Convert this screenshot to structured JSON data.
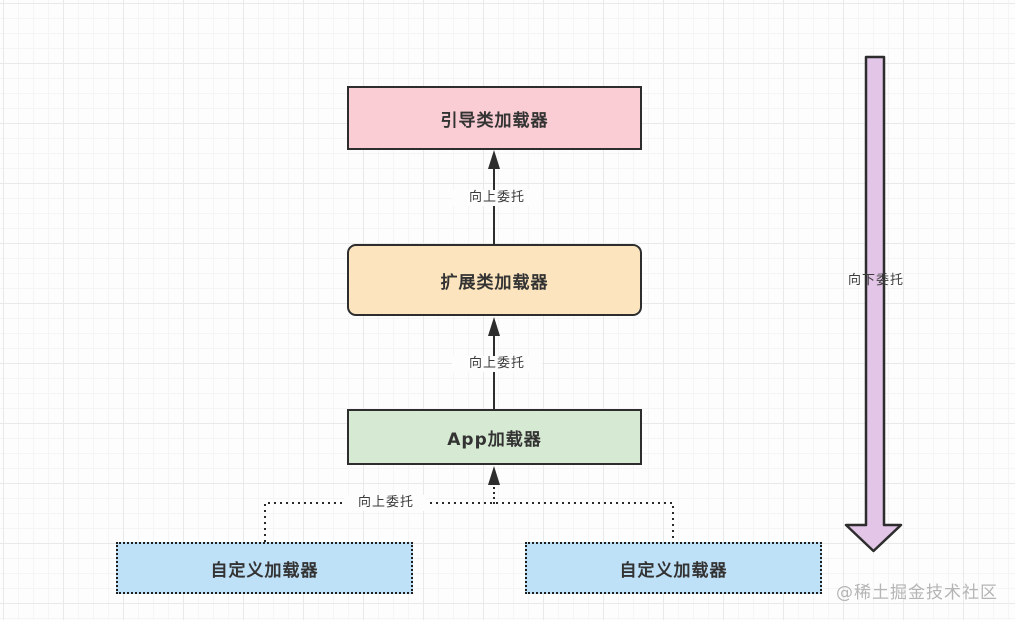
{
  "diagram": {
    "title_hint": "classloader-delegation-diagram",
    "nodes": {
      "bootstrap": {
        "label": "引导类加载器",
        "fill": "#F9CDD3"
      },
      "extension": {
        "label": "扩展类加载器",
        "fill": "#FCE5BE"
      },
      "app": {
        "label": "App加载器",
        "fill": "#D6E9D2"
      },
      "custom_left": {
        "label": "自定义加载器",
        "fill": "#BFE1F8"
      },
      "custom_right": {
        "label": "自定义加载器",
        "fill": "#BFE1F8"
      }
    },
    "edges": {
      "extension_to_bootstrap": {
        "label": "向上委托",
        "style": "solid"
      },
      "app_to_extension": {
        "label": "向上委托",
        "style": "solid"
      },
      "custom_to_app": {
        "label": "向上委托",
        "style": "dotted"
      },
      "downward": {
        "label": "向下委托",
        "fill": "#E3C5E8",
        "stroke": "#2d2d2d"
      }
    },
    "watermark": "@稀土掘金技术社区",
    "colors": {
      "border": "#2d2d2d",
      "grid_major": "#e9e9e9",
      "grid_minor": "#f5f5f5",
      "text": "#333333",
      "watermark": "#b5b5b5"
    }
  }
}
